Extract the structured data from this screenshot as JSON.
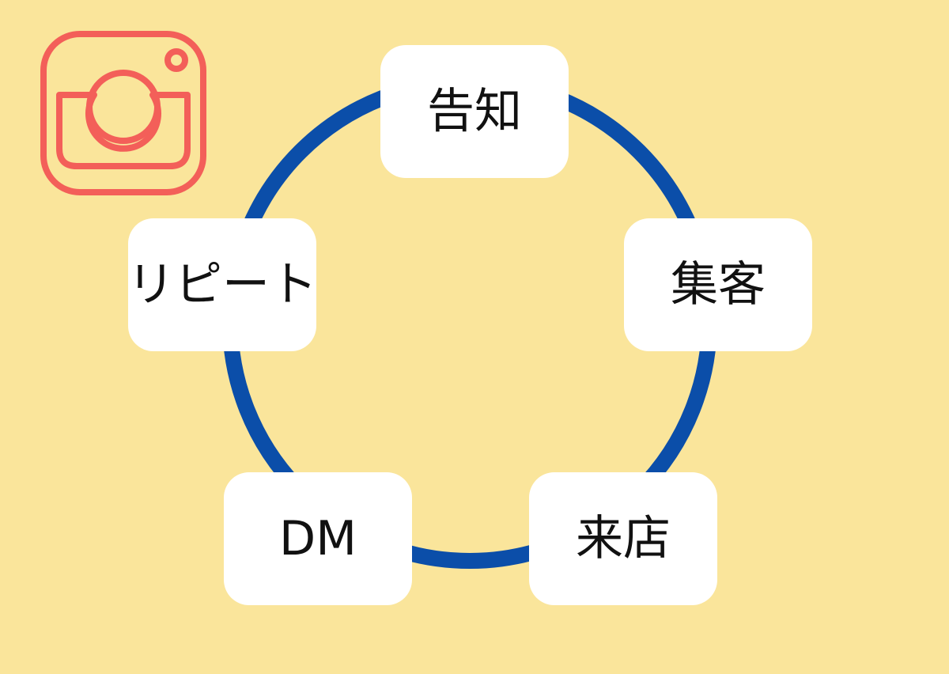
{
  "diagram": {
    "nodes": [
      {
        "id": "top",
        "label": "告知"
      },
      {
        "id": "right",
        "label": "集客"
      },
      {
        "id": "bottom-right",
        "label": "来店"
      },
      {
        "id": "bottom-left",
        "label": "DM"
      },
      {
        "id": "left",
        "label": "リピート"
      }
    ],
    "cycle_color": "#0b4ea9",
    "background_color": "#fae59b",
    "node_fill": "#ffffff",
    "icon": {
      "name": "instagram-icon",
      "color": "#f35f59"
    }
  }
}
